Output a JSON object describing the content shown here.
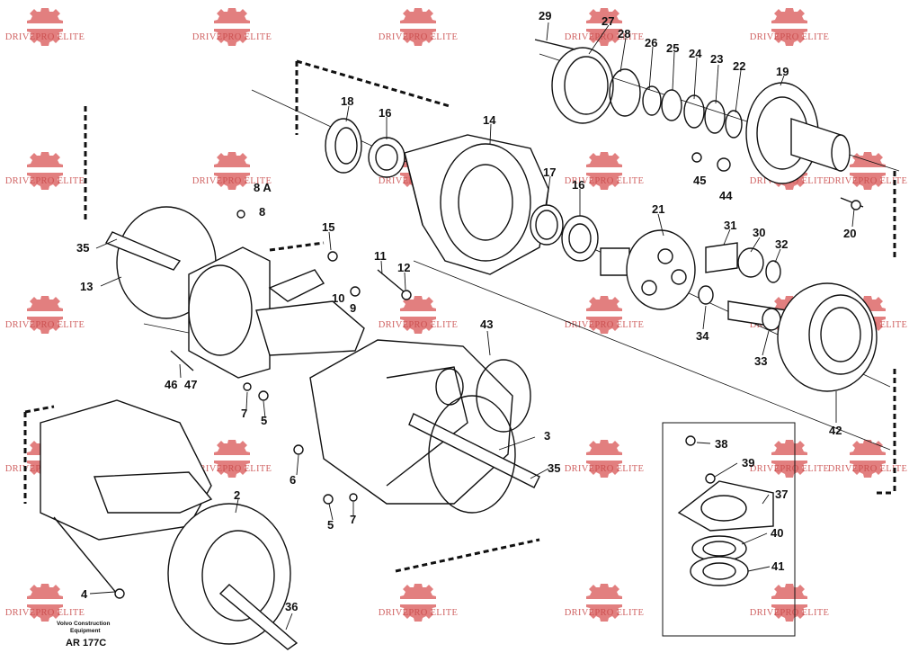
{
  "watermark": {
    "text": "DRIVEPRO ELITE",
    "color": "#e07a7a",
    "icon": "gear-icon"
  },
  "footer": {
    "publisher_line1": "Volvo Construction",
    "publisher_line2": "Equipment",
    "drawing_code": "AR 177C"
  },
  "callouts": [
    {
      "id": "c29",
      "label": "29"
    },
    {
      "id": "c27",
      "label": "27"
    },
    {
      "id": "c28",
      "label": "28"
    },
    {
      "id": "c26",
      "label": "26"
    },
    {
      "id": "c25",
      "label": "25"
    },
    {
      "id": "c24",
      "label": "24"
    },
    {
      "id": "c23",
      "label": "23"
    },
    {
      "id": "c22",
      "label": "22"
    },
    {
      "id": "c19",
      "label": "19"
    },
    {
      "id": "c18",
      "label": "18"
    },
    {
      "id": "c16a",
      "label": "16"
    },
    {
      "id": "c14",
      "label": "14"
    },
    {
      "id": "c17",
      "label": "17"
    },
    {
      "id": "c16b",
      "label": "16"
    },
    {
      "id": "c45",
      "label": "45"
    },
    {
      "id": "c44",
      "label": "44"
    },
    {
      "id": "c8a",
      "label": "8 A"
    },
    {
      "id": "c8",
      "label": "8"
    },
    {
      "id": "c21",
      "label": "21"
    },
    {
      "id": "c20",
      "label": "20"
    },
    {
      "id": "c15",
      "label": "15"
    },
    {
      "id": "c35a",
      "label": "35"
    },
    {
      "id": "c31",
      "label": "31"
    },
    {
      "id": "c30",
      "label": "30"
    },
    {
      "id": "c32",
      "label": "32"
    },
    {
      "id": "c11",
      "label": "11"
    },
    {
      "id": "c12",
      "label": "12"
    },
    {
      "id": "c13",
      "label": "13"
    },
    {
      "id": "c10",
      "label": "10"
    },
    {
      "id": "c9",
      "label": "9"
    },
    {
      "id": "c43",
      "label": "43"
    },
    {
      "id": "c34",
      "label": "34"
    },
    {
      "id": "c33",
      "label": "33"
    },
    {
      "id": "c46",
      "label": "46"
    },
    {
      "id": "c47",
      "label": "47"
    },
    {
      "id": "c7a",
      "label": "7"
    },
    {
      "id": "c5a",
      "label": "5"
    },
    {
      "id": "c42",
      "label": "42"
    },
    {
      "id": "c3",
      "label": "3"
    },
    {
      "id": "c38",
      "label": "38"
    },
    {
      "id": "c35b",
      "label": "35"
    },
    {
      "id": "c6",
      "label": "6"
    },
    {
      "id": "c39",
      "label": "39"
    },
    {
      "id": "c37",
      "label": "37"
    },
    {
      "id": "c2",
      "label": "2"
    },
    {
      "id": "c5b",
      "label": "5"
    },
    {
      "id": "c7b",
      "label": "7"
    },
    {
      "id": "c40",
      "label": "40"
    },
    {
      "id": "c41",
      "label": "41"
    },
    {
      "id": "c4",
      "label": "4"
    },
    {
      "id": "c36",
      "label": "36"
    }
  ]
}
